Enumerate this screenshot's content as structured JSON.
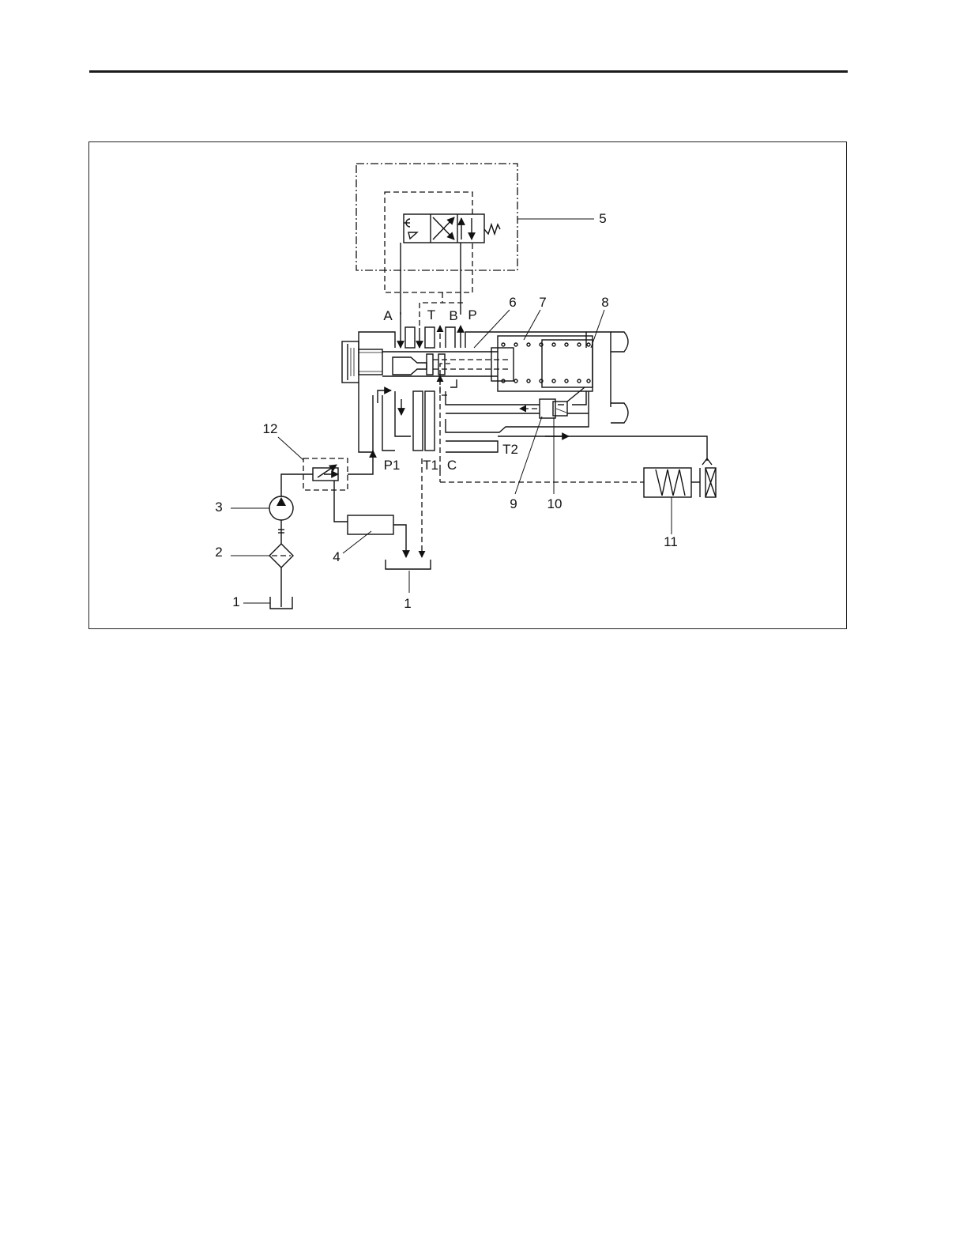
{
  "diagram": {
    "labels": {
      "port_a": "A",
      "port_t": "T",
      "port_b": "B",
      "port_p": "P",
      "port_p1": "P1",
      "port_t1": "T1",
      "port_c": "C",
      "port_t2": "T2",
      "num_1_left": "1",
      "num_1_tank": "1",
      "num_2": "2",
      "num_3": "3",
      "num_4": "4",
      "num_5": "5",
      "num_6": "6",
      "num_7": "7",
      "num_8": "8",
      "num_9": "9",
      "num_10": "10",
      "num_11": "11",
      "num_12": "12"
    }
  }
}
